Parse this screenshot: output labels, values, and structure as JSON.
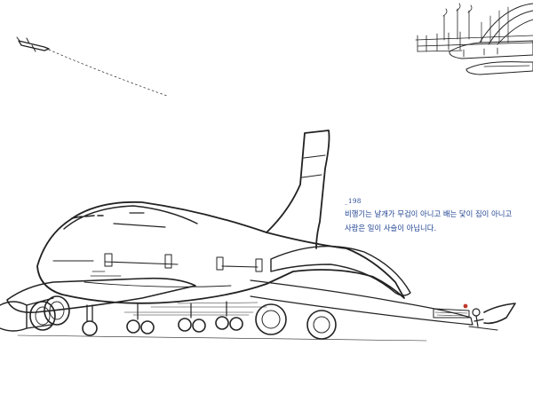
{
  "caption": {
    "page_number": "_198",
    "line1": "비행기는 날개가 무겁이 아니고 배는 닻이 짐이 아니고",
    "line2": "사람은 일이 사슬이 아닙니다."
  },
  "colors": {
    "ink": "#222222",
    "caption_blue": "#1c3f8f",
    "paper": "#ffffff"
  }
}
